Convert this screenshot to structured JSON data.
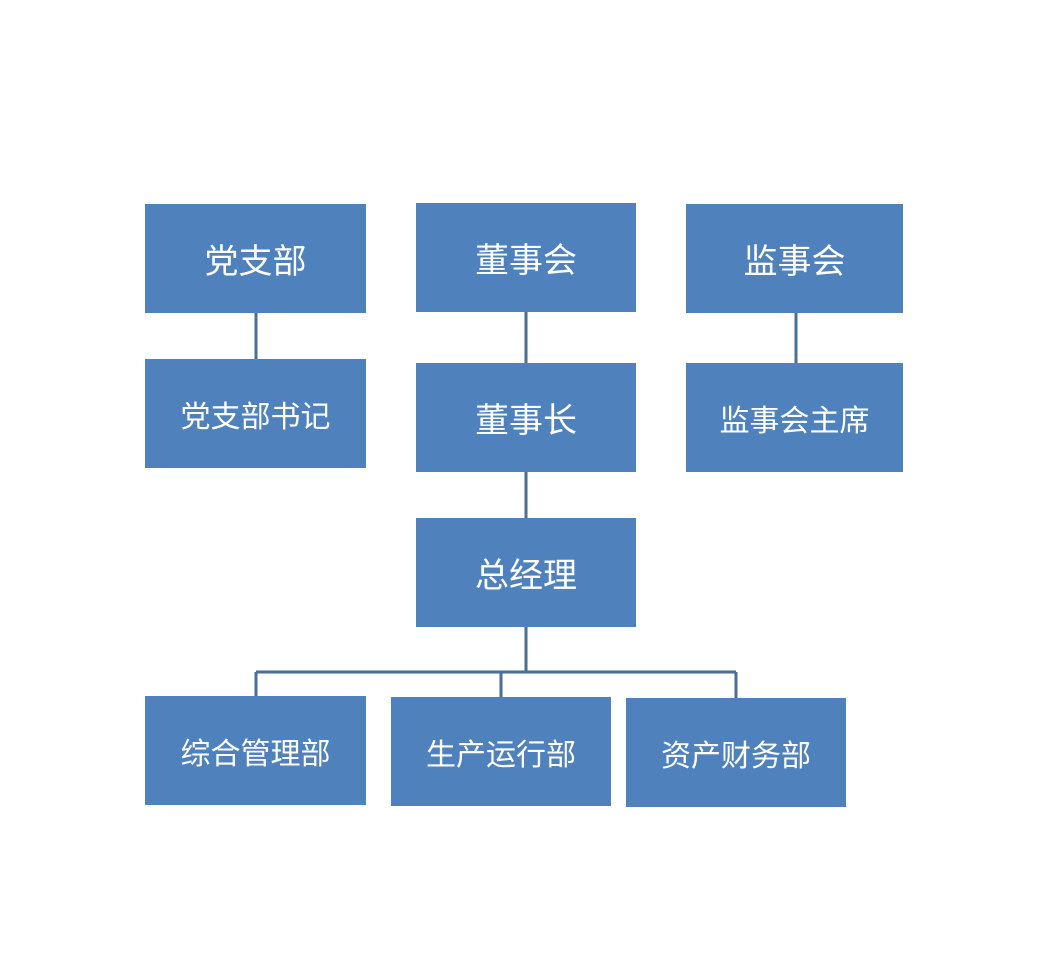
{
  "nodes": {
    "party_branch": "党支部",
    "board": "董事会",
    "supervisory_board": "监事会",
    "party_secretary": "党支部书记",
    "chairman": "董事长",
    "supervisory_chairman": "监事会主席",
    "general_manager": "总经理",
    "admin_dept": "综合管理部",
    "production_dept": "生产运行部",
    "finance_dept": "资产财务部"
  },
  "colors": {
    "box_fill": "#4f81bd",
    "box_text": "#ffffff",
    "connector": "#4a6f96"
  }
}
